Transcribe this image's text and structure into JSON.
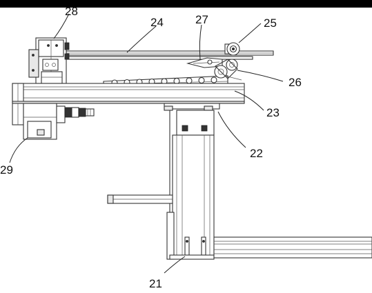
{
  "figure": {
    "labels": [
      "21",
      "22",
      "23",
      "24",
      "25",
      "26",
      "27",
      "28",
      "29"
    ]
  }
}
